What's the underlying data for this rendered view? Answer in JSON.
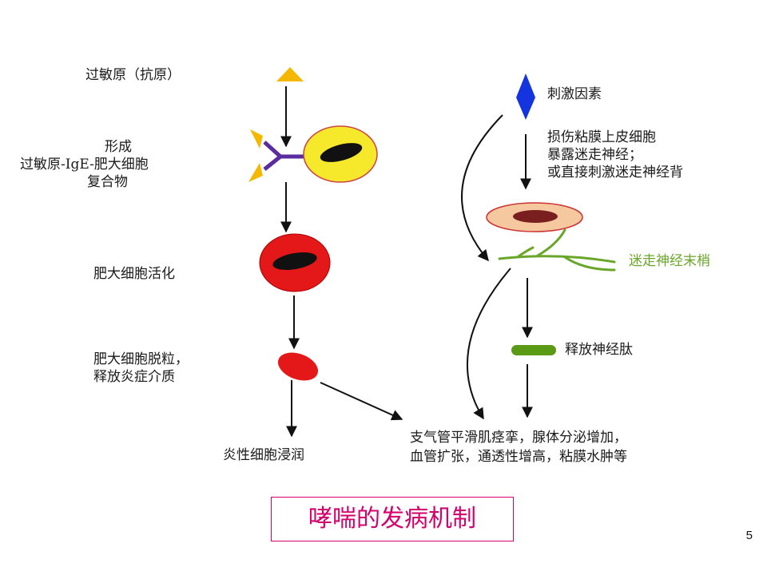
{
  "diagram": {
    "left_column": {
      "allergen": "过敏原（抗原）",
      "complex_title": "形成",
      "complex_line1": "过敏原-IgE-肥大细胞",
      "complex_line2": "复合物",
      "activation": "肥大细胞活化",
      "degranulation_line1": "肥大细胞脱粒，",
      "degranulation_line2": "释放炎症介质",
      "infiltration": "炎性细胞浸润"
    },
    "right_column": {
      "stimulus": "刺激因素",
      "injury_line1": "损伤粘膜上皮细胞",
      "injury_line2": "暴露迷走神经；",
      "injury_line3": "或直接刺激迷走神经背",
      "vagus_endings": "迷走神经末梢",
      "neuropeptide": "释放神经肽"
    },
    "outcome_line1": "支气管平滑肌痉挛，腺体分泌增加，",
    "outcome_line2": "血管扩张，通透性增高，粘膜水肿等",
    "colors": {
      "allergen": "#f5b800",
      "ige": "#5a2ca0",
      "mast_cell_outer": "#f6e82a",
      "mast_cell_nucleus": "#111111",
      "activated_cell": "#e41818",
      "stimulus": "#1434e0",
      "epithelial_cell": "#f6c8a0",
      "epithelial_nucleus": "#7a1f1f",
      "nerve": "#6aa62a",
      "neuropeptide": "#5a9a14"
    }
  },
  "caption": "哮喘的发病机制",
  "page_number": "5"
}
